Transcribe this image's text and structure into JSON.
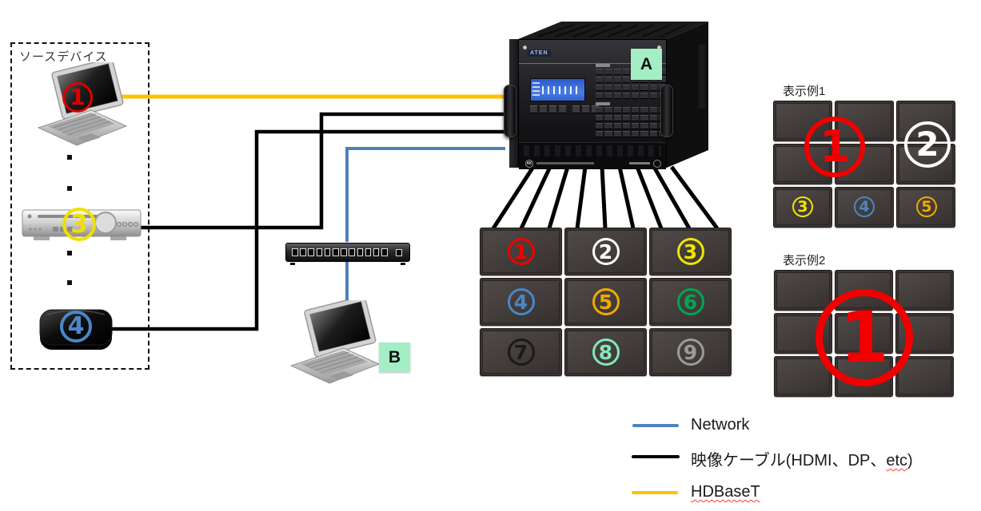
{
  "titles": {
    "source_group": "ソースデバイス",
    "example1": "表示例1",
    "example2": "表示例2"
  },
  "badges": {
    "switcher": "A",
    "pc": "B"
  },
  "colors": {
    "badge_bg": "#a4eec6",
    "red": "#f00000",
    "white": "#ffffff",
    "yellow": "#efe600",
    "blue": "#4a86c8",
    "amber": "#f2a900",
    "green": "#00a550",
    "black": "#1a1a1a",
    "mint": "#82e9b5",
    "gray": "#9b9b9b"
  },
  "source_devices": {
    "laptop": {
      "num": "1",
      "color": "#e00000"
    },
    "player": {
      "num": "3",
      "color": "#f0e000"
    },
    "box": {
      "num": "4",
      "color": "#4a86c8"
    }
  },
  "switcher": {
    "brand": "ATEN",
    "badge_4k": "4K"
  },
  "wall": {
    "cells": [
      {
        "n": "1",
        "color": "#f00000"
      },
      {
        "n": "2",
        "color": "#ffffff"
      },
      {
        "n": "3",
        "color": "#efe600"
      },
      {
        "n": "4",
        "color": "#4a86c8"
      },
      {
        "n": "5",
        "color": "#f2a900"
      },
      {
        "n": "6",
        "color": "#00a550"
      },
      {
        "n": "7",
        "color": "#1a1a1a"
      },
      {
        "n": "8",
        "color": "#82e9b5"
      },
      {
        "n": "9",
        "color": "#9b9b9b"
      }
    ]
  },
  "example1": {
    "big1": {
      "n": "1",
      "color": "#f00000"
    },
    "big2": {
      "n": "2",
      "color": "#ffffff"
    },
    "bottom": [
      {
        "n": "3",
        "color": "#efe600"
      },
      {
        "n": "4",
        "color": "#4a86c8"
      },
      {
        "n": "5",
        "color": "#f2a900"
      }
    ]
  },
  "example2": {
    "big": {
      "n": "1",
      "color": "#f00000"
    }
  },
  "legend": {
    "network": {
      "label": "Network",
      "color": "#4f81bd"
    },
    "video": {
      "pre": "映像ケーブル(HDMI、DP、",
      "etc": "etc",
      "post": ")",
      "color": "#000000"
    },
    "hdbaset": {
      "label": "HDBaseT",
      "color": "#ffc000"
    }
  }
}
